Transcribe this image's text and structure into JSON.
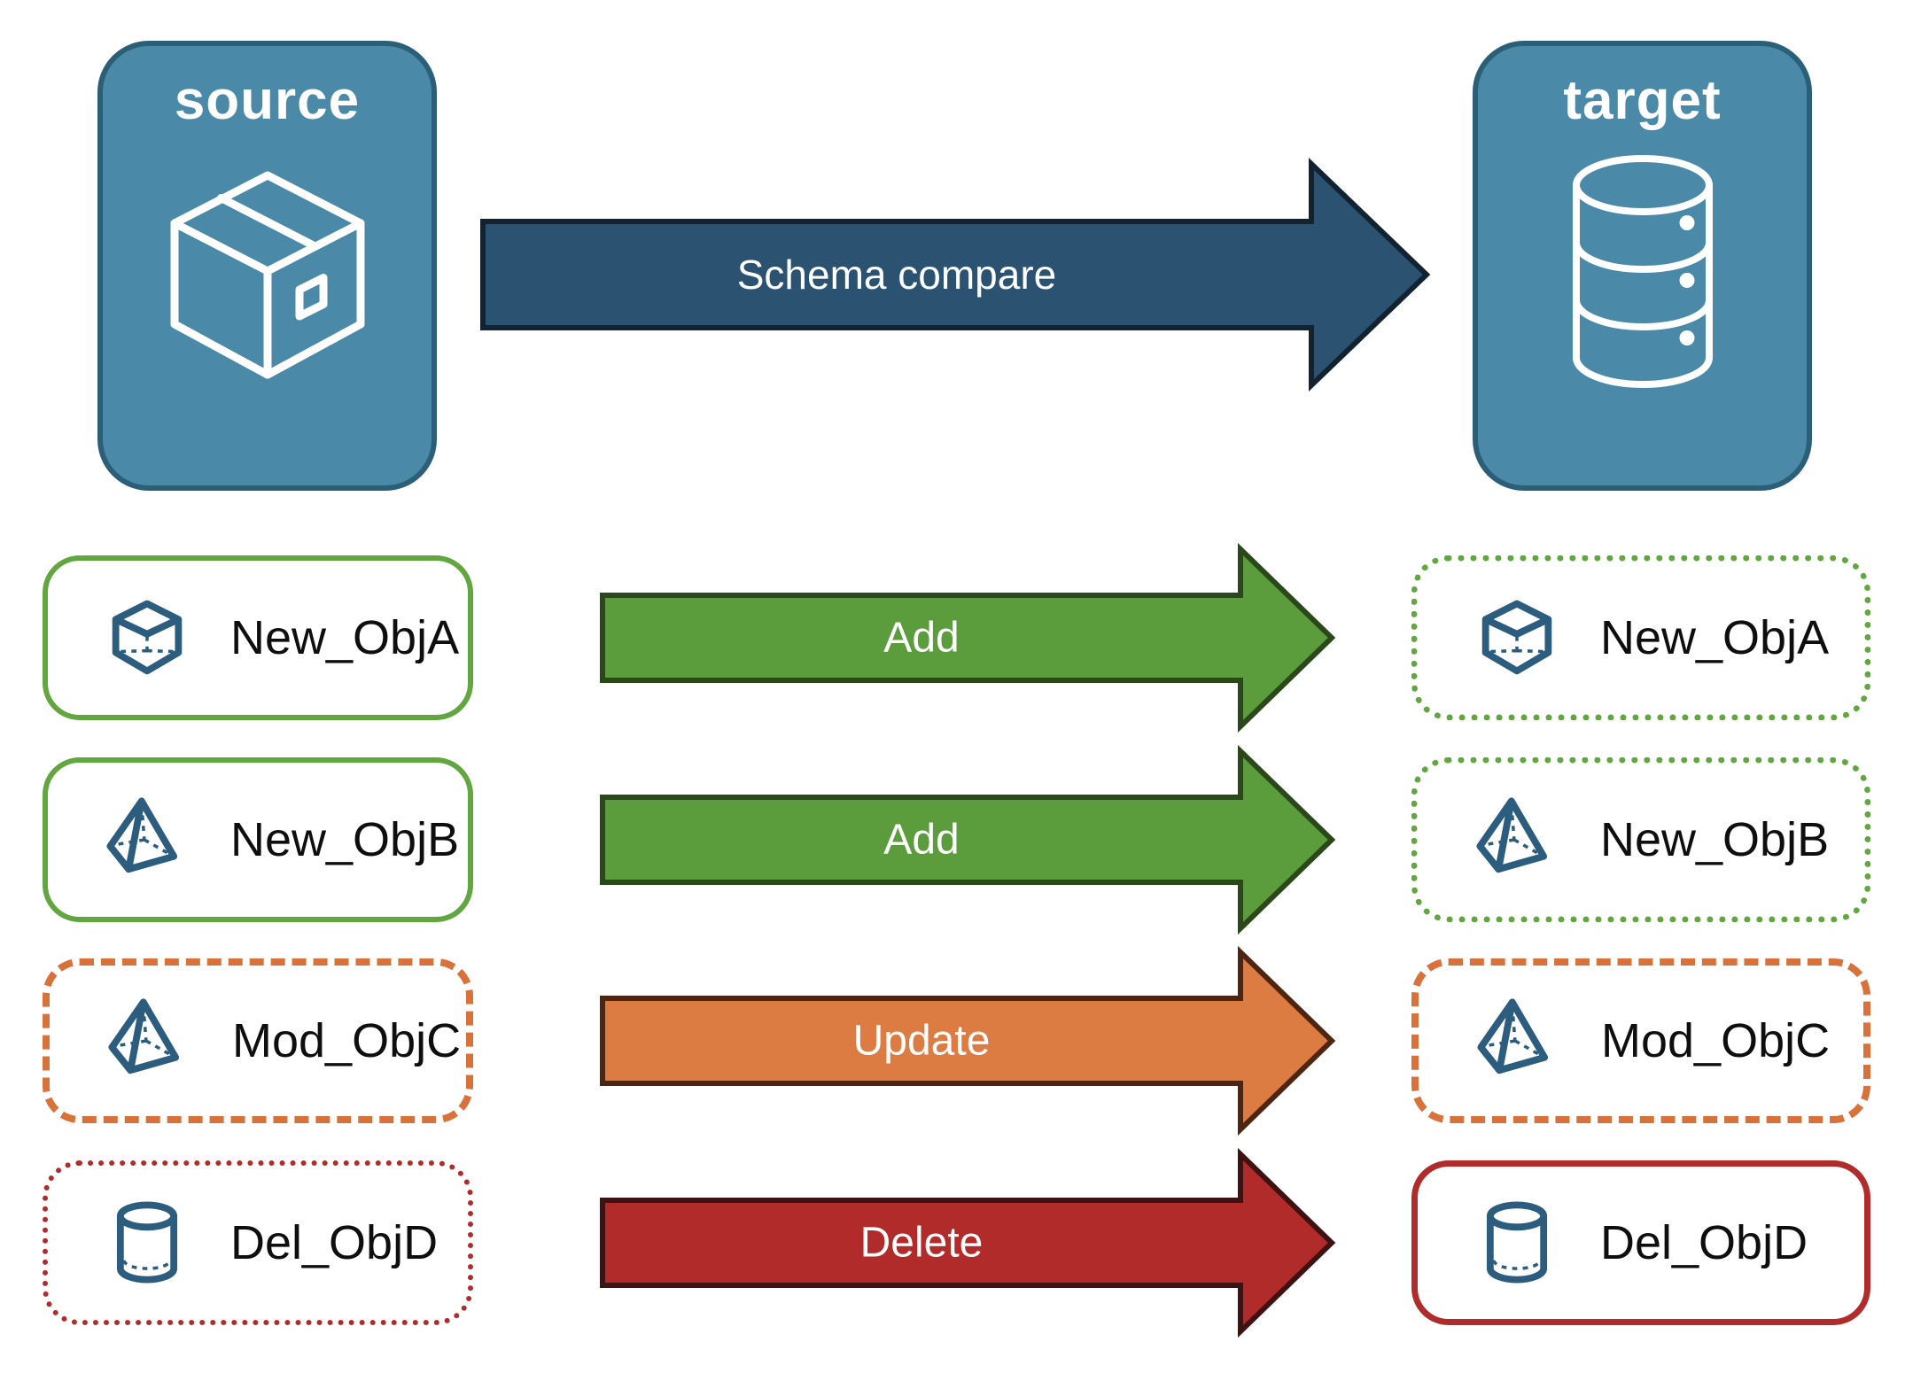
{
  "header": {
    "source_label": "source",
    "target_label": "target",
    "flow_label": "Schema compare"
  },
  "rows": [
    {
      "name": "New_ObjA",
      "icon": "cube-icon",
      "action": "Add",
      "change_type": "add",
      "source_border": "green-solid",
      "target_border": "green-dotted"
    },
    {
      "name": "New_ObjB",
      "icon": "pyramid-icon",
      "action": "Add",
      "change_type": "add",
      "source_border": "green-solid",
      "target_border": "green-dotted"
    },
    {
      "name": "Mod_ObjC",
      "icon": "pyramid-icon",
      "action": "Update",
      "change_type": "update",
      "source_border": "orange-dashed",
      "target_border": "orange-dashed"
    },
    {
      "name": "Del_ObjD",
      "icon": "cylinder-icon",
      "action": "Delete",
      "change_type": "delete",
      "source_border": "red-dotted",
      "target_border": "red-solid"
    }
  ],
  "colors": {
    "background": "#FFFFFF",
    "node_fill": "#4A8AA8",
    "node_border": "#2B5F78",
    "node_text": "#FFFFFF",
    "flow_fill": "#2B5270",
    "flow_border": "#132231",
    "add_fill": "#5B9D3D",
    "add_border": "#2B481B",
    "update_fill": "#DC7C43",
    "update_border": "#4E2510",
    "delete_fill": "#B22B2B",
    "delete_border": "#3E1113",
    "green_border": "#61A63F",
    "orange_border": "#D9713A",
    "red_border": "#B12B2B",
    "icon_stroke": "#2C5C7E",
    "label_text": "#0E0E0E",
    "arrow_text": "#FFFFFF"
  }
}
